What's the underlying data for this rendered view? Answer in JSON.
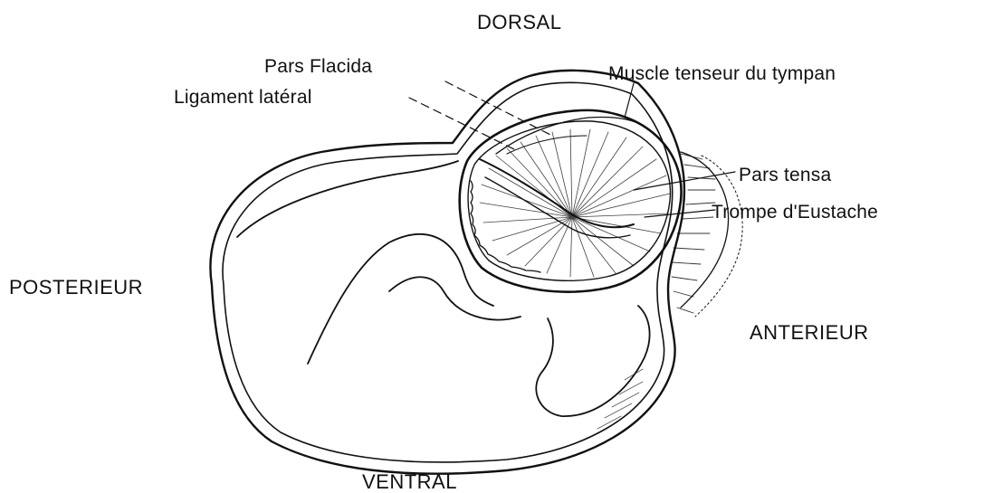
{
  "diagram": {
    "orientations": {
      "dorsal": "DORSAL",
      "ventral": "VENTRAL",
      "posterior": "POSTERIEUR",
      "anterior": "ANTERIEUR"
    },
    "labels": {
      "pars_flacida": "Pars Flacida",
      "ligament_lateral": "Ligament latéral",
      "muscle_tenseur": "Muscle tenseur du tympan",
      "pars_tensa": "Pars tensa",
      "trompe_eustache": "Trompe d'Eustache"
    },
    "colors": {
      "ink": "#111111",
      "background": "#ffffff"
    }
  }
}
